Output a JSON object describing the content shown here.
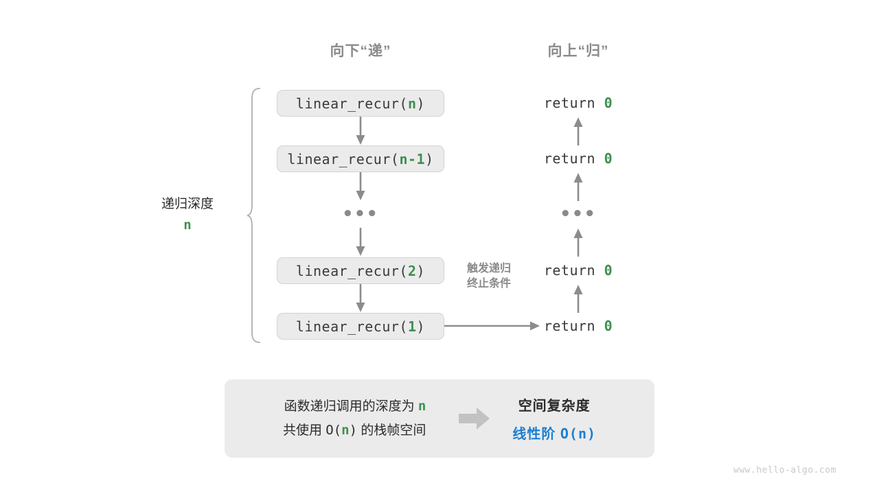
{
  "headers": {
    "down": "向下“递”",
    "up": "向上“归”"
  },
  "depth_label": {
    "text": "递归深度",
    "value": "n"
  },
  "call_stack": [
    {
      "prefix": "linear_recur(",
      "arg": "n",
      "suffix": ")"
    },
    {
      "prefix": "linear_recur(",
      "arg": "n-1",
      "suffix": ")"
    },
    {
      "ellipsis": "•••"
    },
    {
      "prefix": "linear_recur(",
      "arg": "2",
      "suffix": ")"
    },
    {
      "prefix": "linear_recur(",
      "arg": "1",
      "suffix": ")"
    }
  ],
  "returns": [
    {
      "text": "return",
      "value": "0"
    },
    {
      "text": "return",
      "value": "0"
    },
    {
      "ellipsis": "•••"
    },
    {
      "text": "return",
      "value": "0"
    },
    {
      "text": "return",
      "value": "0"
    }
  ],
  "trigger_note": {
    "line1": "触发递归",
    "line2": "终止条件"
  },
  "summary": {
    "left_line1_a": "函数递归调用的深度为",
    "left_line1_n": "n",
    "left_line2_a": "共使用",
    "left_line2_big_o": "O(",
    "left_line2_n": "n",
    "left_line2_close": ")",
    "left_line2_b": "的栈帧空间",
    "right_title": "空间复杂度",
    "right_value_label": "线性阶",
    "right_value_mono": "O(n)"
  },
  "watermark": "www.hello-algo.com",
  "colors": {
    "green": "#3f8f4f",
    "blue": "#1a7fd4",
    "gray_text": "#8a8a8a",
    "panel_fill": "#ebebeb",
    "panel_border": "#d3d3d3",
    "arrow": "#8c8c8c",
    "dark_text": "#2b2b2b"
  }
}
